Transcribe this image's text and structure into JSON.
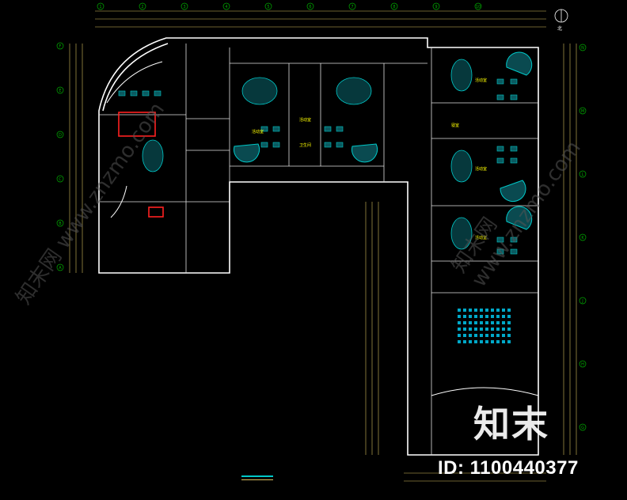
{
  "drawing": {
    "grid_top": [
      "1",
      "2",
      "3",
      "4",
      "5",
      "6",
      "7",
      "8",
      "9",
      "10"
    ],
    "grid_left": [
      "F",
      "E",
      "D",
      "C",
      "B",
      "A"
    ],
    "grid_right": [
      "N",
      "M",
      "L",
      "K",
      "J",
      "H",
      "G"
    ],
    "room_labels": {
      "classroom": "活动室",
      "bedroom": "寝室",
      "toilet": "卫生间"
    },
    "north_symbol": "北",
    "colors": {
      "wall": "#ffffff",
      "furniture": "#00c8c8",
      "dimension": "#d8c060",
      "axis": "#00b000",
      "highlight": "#ff2020",
      "label": "#ffff00"
    }
  },
  "watermark": {
    "logo": "知末",
    "id_text": "ID: 1100440377",
    "side_text": "知末网 www.znzmo.com"
  }
}
